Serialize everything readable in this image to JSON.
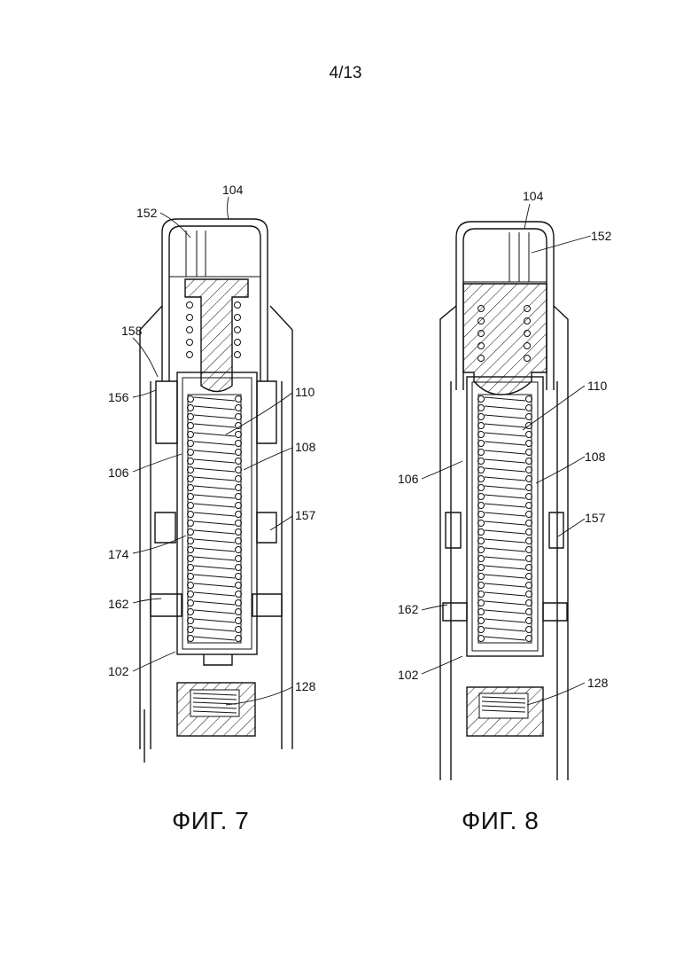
{
  "page": {
    "number": "4/13"
  },
  "figures": [
    {
      "caption": "ФИГ. 7",
      "labels": {
        "l104": "104",
        "l152": "152",
        "l158": "158",
        "l156": "156",
        "l110": "110",
        "l108": "108",
        "l106": "106",
        "l157": "157",
        "l174": "174",
        "l162": "162",
        "l102": "102",
        "l128": "128"
      }
    },
    {
      "caption": "ФИГ. 8",
      "labels": {
        "l104": "104",
        "l152": "152",
        "l110": "110",
        "l108": "108",
        "l106": "106",
        "l157": "157",
        "l162": "162",
        "l102": "102",
        "l128": "128"
      }
    }
  ],
  "colors": {
    "ink": "#111111",
    "paper": "#ffffff"
  }
}
